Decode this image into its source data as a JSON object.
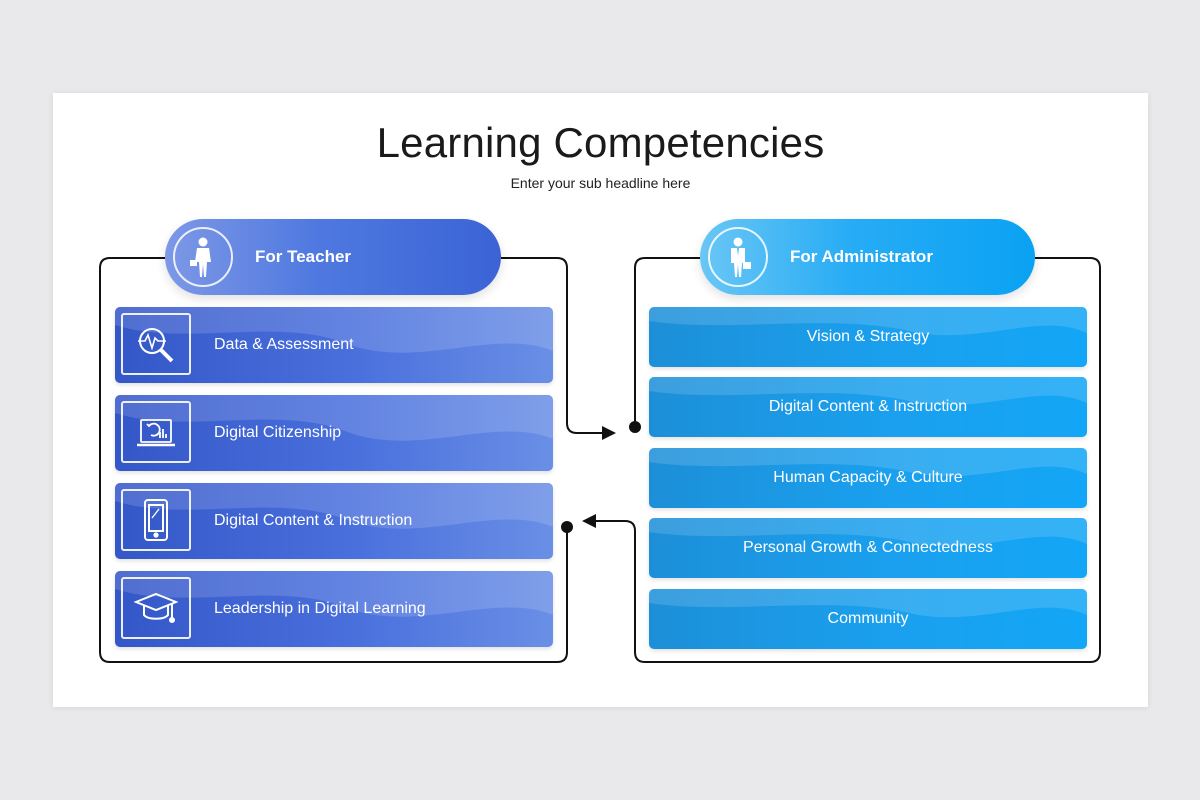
{
  "title": "Learning Competencies",
  "subtitle": "Enter your sub headline here",
  "teacher": {
    "label": "For Teacher",
    "icon": "teacher-person-icon",
    "items": [
      {
        "label": "Data & Assessment",
        "icon": "magnifier-pulse-icon"
      },
      {
        "label": "Digital Citizenship",
        "icon": "laptop-refresh-icon"
      },
      {
        "label": "Digital Content & Instruction",
        "icon": "tablet-icon"
      },
      {
        "label": "Leadership in Digital Learning",
        "icon": "graduation-cap-icon"
      }
    ]
  },
  "administrator": {
    "label": "For Administrator",
    "icon": "administrator-person-icon",
    "items": [
      {
        "label": "Vision & Strategy"
      },
      {
        "label": "Digital Content & Instruction"
      },
      {
        "label": "Human Capacity & Culture"
      },
      {
        "label": "Personal Growth & Connectedness"
      },
      {
        "label": "Community"
      }
    ]
  },
  "colors": {
    "teacher_accent": "#3b63d6",
    "admin_accent": "#0aa2f3",
    "connector": "#111111"
  }
}
